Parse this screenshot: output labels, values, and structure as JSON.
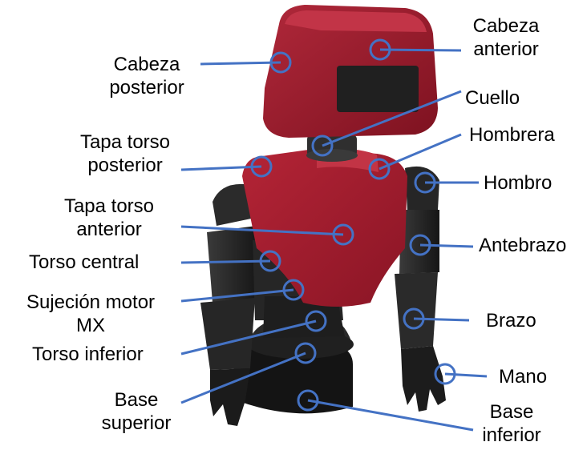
{
  "figure": {
    "colors": {
      "leader": "#4472C4",
      "shell_red": "#9E1B2A",
      "shell_dark": "#1E1E1E",
      "background": "#FFFFFF"
    },
    "labels": {
      "cabeza_posterior": [
        "Cabeza",
        "posterior"
      ],
      "cabeza_anterior": [
        "Cabeza",
        "anterior"
      ],
      "cuello": "Cuello",
      "hombrera": "Hombrera",
      "tapa_torso_posterior": [
        "Tapa torso",
        "posterior"
      ],
      "hombro": "Hombro",
      "tapa_torso_anterior": [
        "Tapa torso",
        "anterior"
      ],
      "antebrazo": "Antebrazo",
      "torso_central": "Torso central",
      "sujecion_motor": [
        "Sujeción motor",
        "MX"
      ],
      "brazo": "Brazo",
      "torso_inferior": "Torso inferior",
      "mano": "Mano",
      "base_superior": [
        "Base",
        "superior"
      ],
      "base_inferior": [
        "Base",
        "inferior"
      ]
    }
  }
}
